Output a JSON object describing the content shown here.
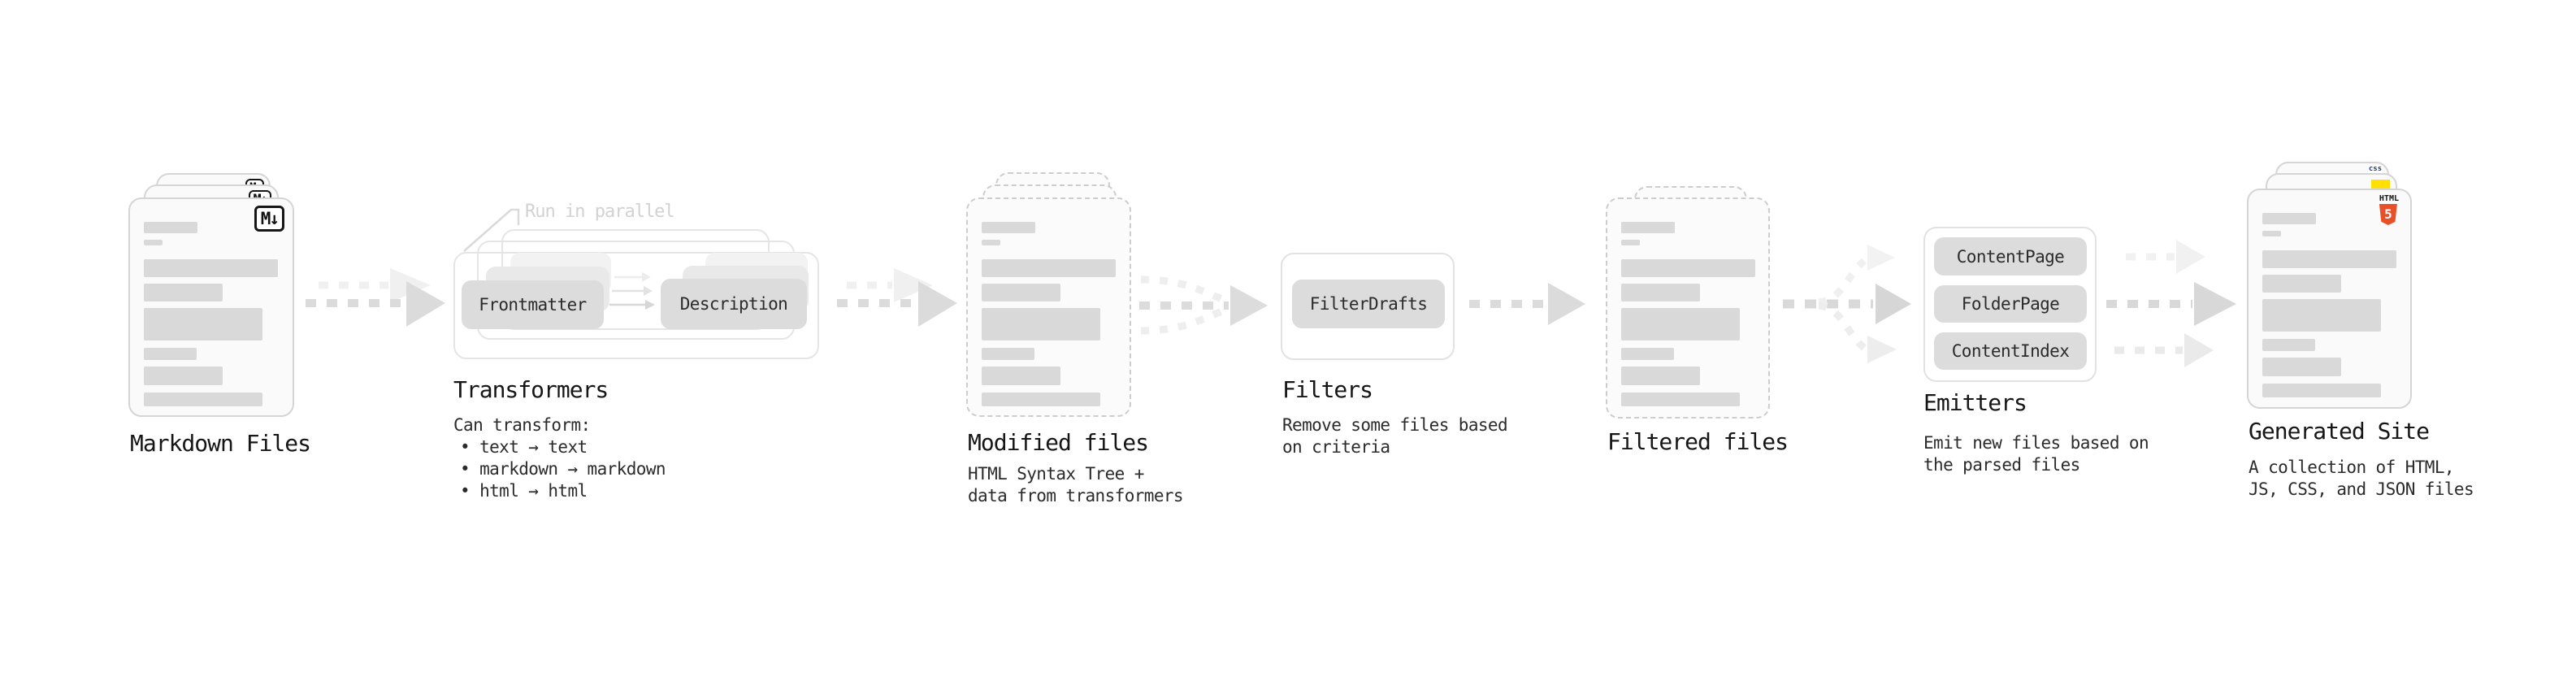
{
  "pipeline": {
    "markdown": {
      "title": "Markdown Files",
      "icon": "M↓"
    },
    "transformers": {
      "annotation": "Run in parallel",
      "frontmatter": "Frontmatter",
      "description": "Description",
      "title": "Transformers",
      "intro": "Can transform:",
      "bullets": [
        "• text → text",
        "• markdown → markdown",
        "• html → html"
      ]
    },
    "modified": {
      "title": "Modified files",
      "desc_line1": "HTML Syntax Tree +",
      "desc_line2": "data from transformers"
    },
    "filters": {
      "box": "FilterDrafts",
      "title": "Filters",
      "desc_line1": "Remove some files based",
      "desc_line2": "on criteria"
    },
    "filtered": {
      "title": "Filtered files"
    },
    "emitters": {
      "boxes": [
        "ContentPage",
        "FolderPage",
        "ContentIndex"
      ],
      "title": "Emitters",
      "desc_line1": "Emit new files based on",
      "desc_line2": "the parsed files"
    },
    "generated": {
      "title": "Generated Site",
      "desc_line1": "A collection of HTML,",
      "desc_line2": "JS, CSS, and JSON files",
      "html5_label": "HTML",
      "html5_number": "5",
      "css_label": "css"
    }
  },
  "colors": {
    "bar": "#d9d9d9",
    "arrow_main": "#dbdbdb",
    "arrow_faint": "#f0f0f0",
    "pill_bg": "#dcdcdc",
    "html5_orange": "#e8502a",
    "js_yellow": "#ffe000",
    "css_blue": "#2862e9"
  }
}
